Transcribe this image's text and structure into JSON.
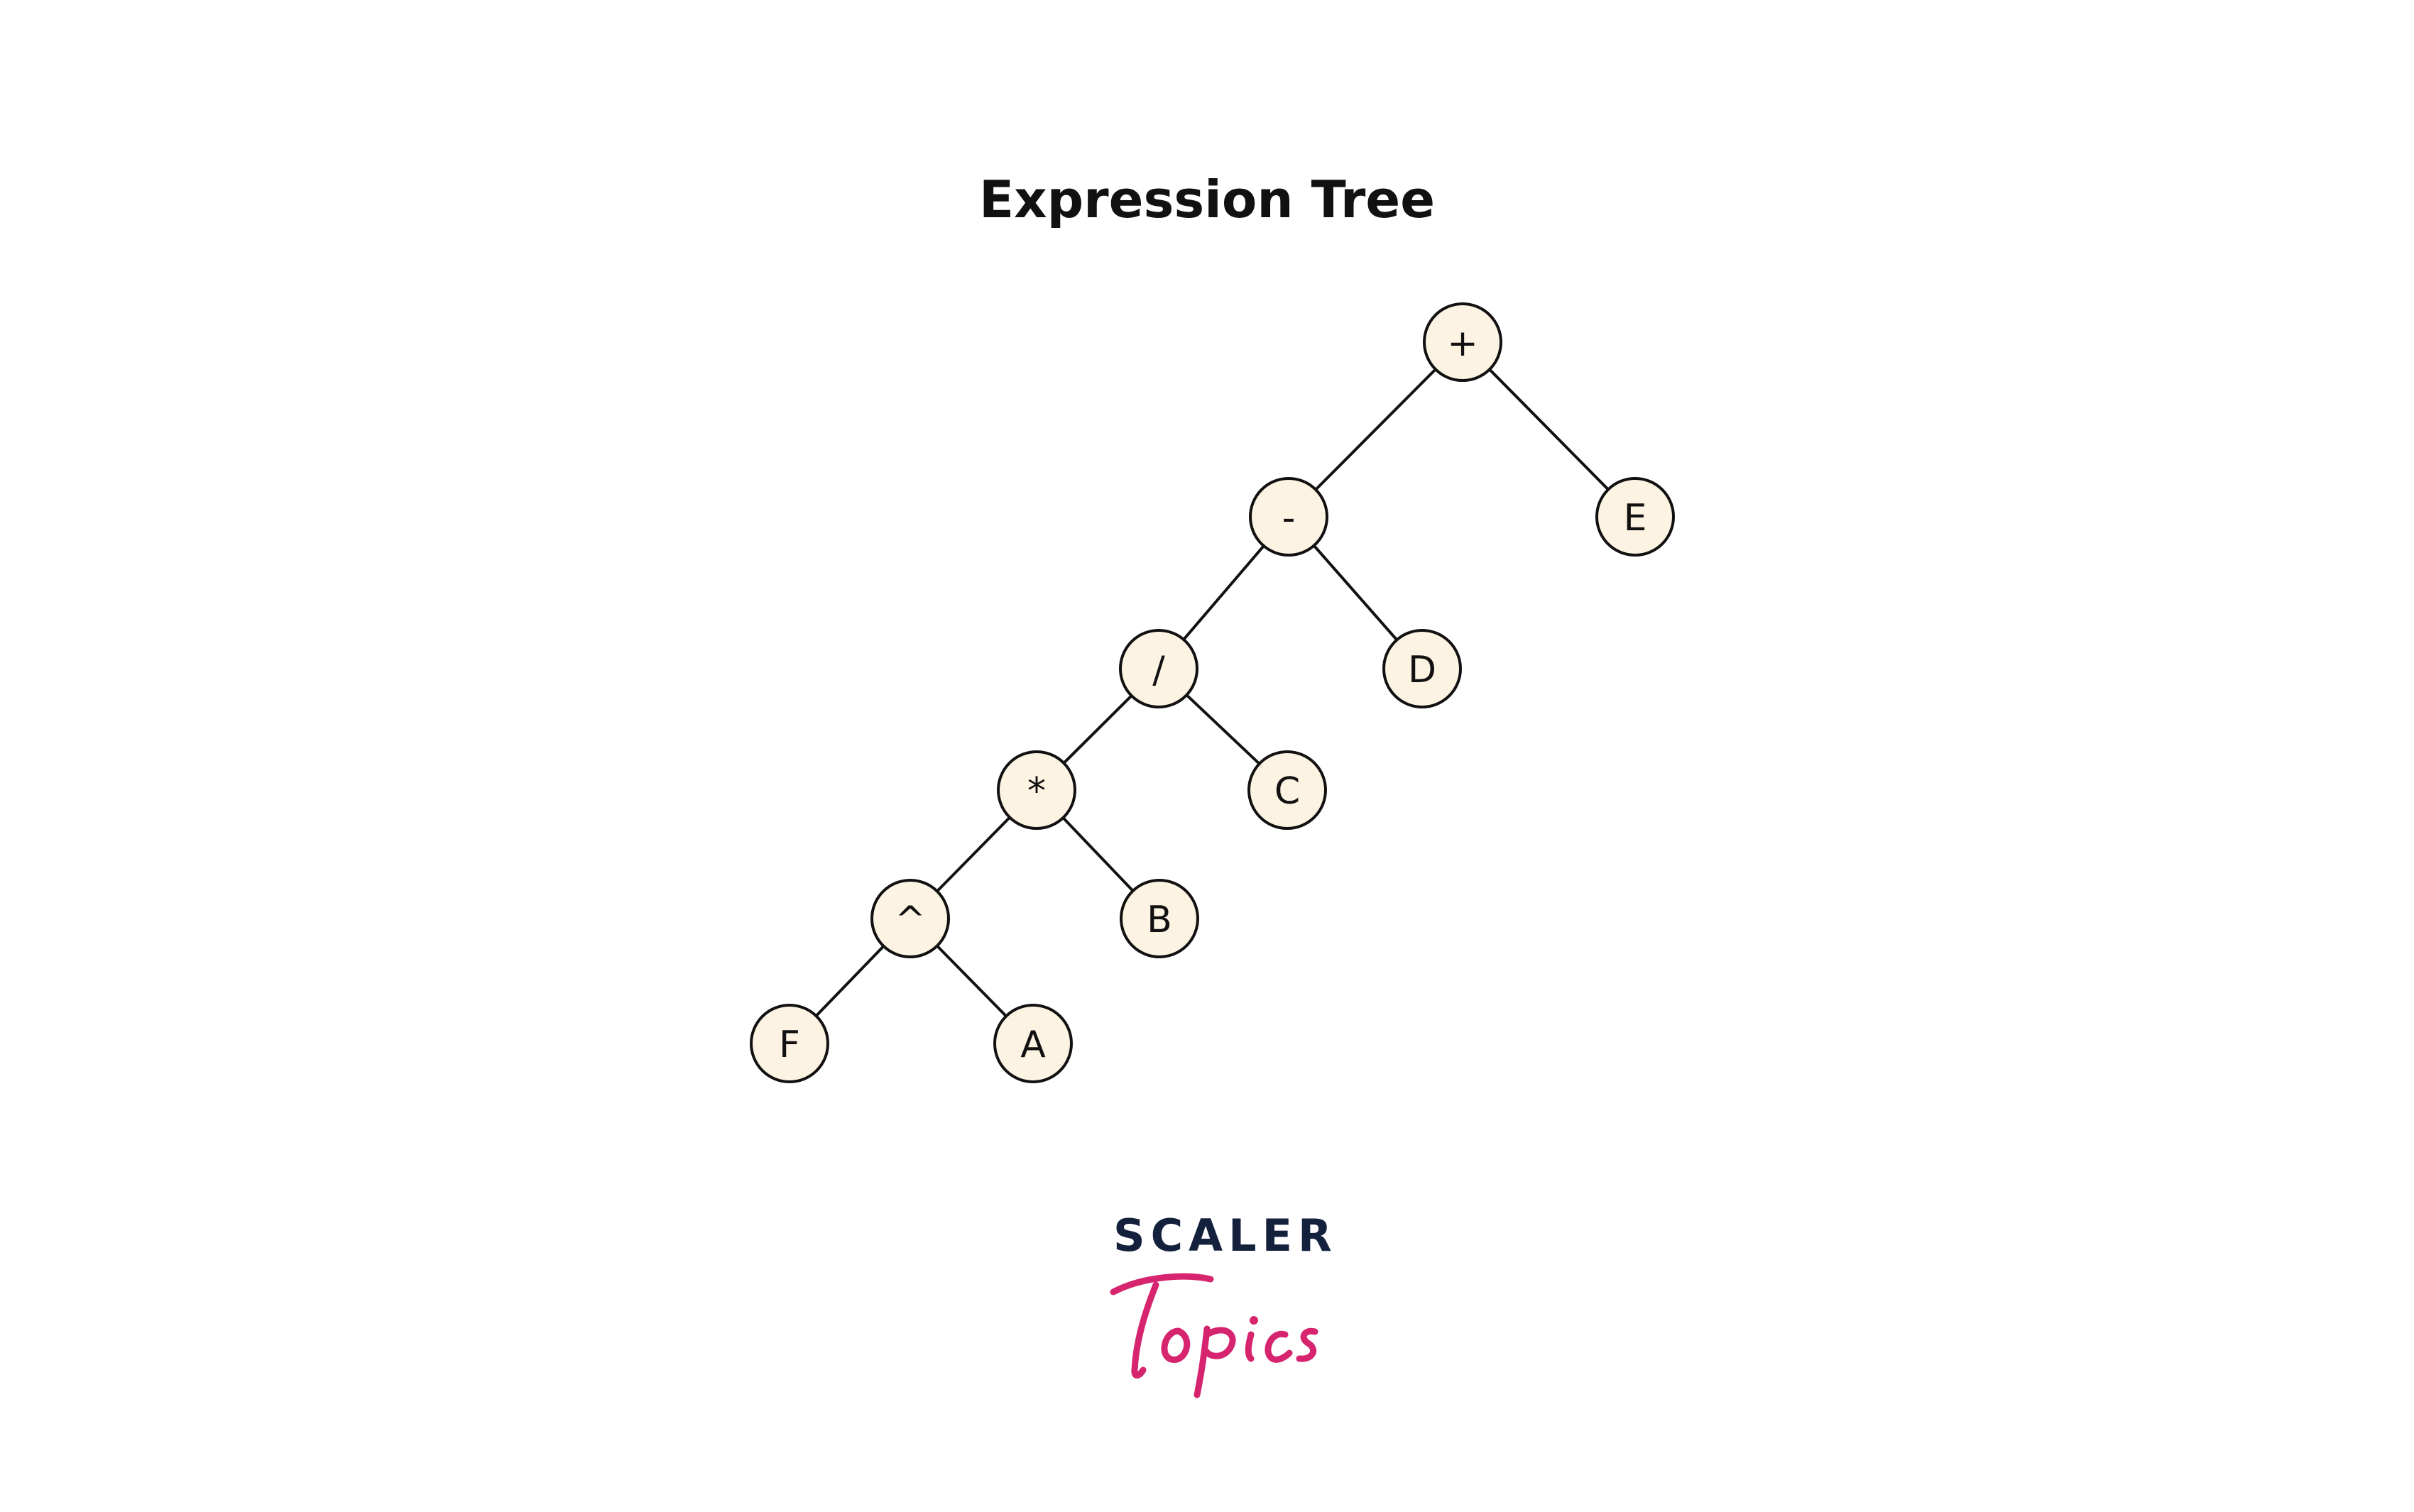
{
  "title": "Expression Tree",
  "nodes": [
    {
      "id": "plus",
      "label": "+"
    },
    {
      "id": "minus",
      "label": "-"
    },
    {
      "id": "E",
      "label": "E"
    },
    {
      "id": "divide",
      "label": "/"
    },
    {
      "id": "D",
      "label": "D"
    },
    {
      "id": "multiply",
      "label": "*"
    },
    {
      "id": "C",
      "label": "C"
    },
    {
      "id": "power",
      "label": "^"
    },
    {
      "id": "B",
      "label": "B"
    },
    {
      "id": "F",
      "label": "F"
    },
    {
      "id": "A",
      "label": "A"
    }
  ],
  "edges": [
    [
      "plus",
      "minus"
    ],
    [
      "plus",
      "E"
    ],
    [
      "minus",
      "divide"
    ],
    [
      "minus",
      "D"
    ],
    [
      "divide",
      "multiply"
    ],
    [
      "divide",
      "C"
    ],
    [
      "multiply",
      "power"
    ],
    [
      "multiply",
      "B"
    ],
    [
      "power",
      "F"
    ],
    [
      "power",
      "A"
    ]
  ],
  "logo": {
    "word": "SCALER",
    "script": "Topics",
    "word_color": "#14213d",
    "script_color": "#d6246e"
  },
  "colors": {
    "node_fill": "#fdf3e3",
    "stroke": "#111111"
  }
}
